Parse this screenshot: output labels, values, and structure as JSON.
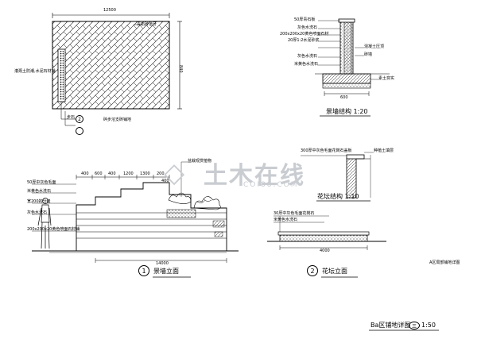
{
  "plan": {
    "top_dim": "12500",
    "side_dim": "840",
    "label_top": "青石砖道牙",
    "label_left": "灌溉土防潮,水泥石材铺",
    "caption": "步石",
    "label_paving": "碎步溶支砖铺地",
    "bubble": "2"
  },
  "wall_section": {
    "labels": [
      "50厚青石板",
      "灰色水洗石",
      "200x200x20黄色喷面石材",
      "20厚1:2水泥砂浆",
      "灰色水洗石",
      "米黄色水洗石"
    ],
    "right_notes": [
      "混凝土压顶",
      "砖墙",
      "素土夯实"
    ],
    "bottom_dim": "600",
    "caption": "景墙结构 1:20"
  },
  "bed_section": {
    "label_left": "300厚中灰色毛面花岗石盖板",
    "label_right": "种植土填层",
    "caption": "花坛结构 1:10"
  },
  "elevation": {
    "top_label": "盆栽观赏植物",
    "dims": [
      "400",
      "600",
      "400",
      "1200",
      "1300",
      "200",
      "400"
    ],
    "labels": [
      "50厚中灰色毛面",
      "米黄色水洗石",
      "宽200的分缝",
      "灰色水洗石",
      "200x200x20黄色喷面石材铺"
    ],
    "total_dim": "14000",
    "bubble": "1",
    "caption": "景墙立面"
  },
  "bed_elevation": {
    "labels": [
      "30厚中灰色毛面花岗石",
      "米黄色水洗石"
    ],
    "dim": "4000",
    "bubble": "2",
    "caption": "花坛立面"
  },
  "note": "A区局部铺地详图",
  "sheet_title": "Ba区铺地详图",
  "sheet_num": "三",
  "sheet_scale": "1:50",
  "watermark": "土木在线",
  "watermark_url": "COI88.COM"
}
